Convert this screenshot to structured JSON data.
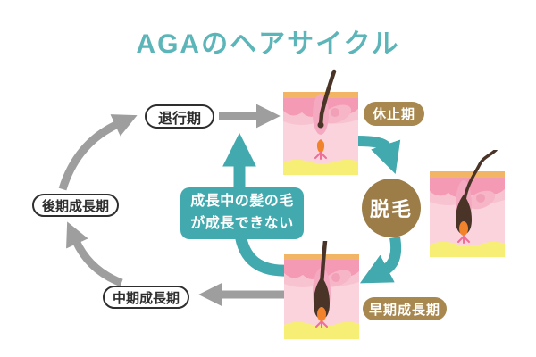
{
  "title": "AGAのヘアサイクル",
  "stages": {
    "regression": "退行期",
    "resting": "休止期",
    "hair_loss": "脱毛",
    "early_growth": "早期成長期",
    "middle_growth": "中期成長期",
    "late_growth": "後期成長期"
  },
  "callout": {
    "line1": "成長中の髪の毛",
    "line2": "が成長できない"
  },
  "colors": {
    "title_teal": "#5cb5b8",
    "arrow_teal": "#42a9ae",
    "label_brown": "#a8884f",
    "circle_brown": "#9c7d48",
    "arrow_gray": "#9e9e9e",
    "skin_pink_dark": "#f59ab4",
    "skin_pink_light": "#fbd3dd",
    "skin_yellow": "#f7ee75",
    "hair_brown": "#4a3428",
    "papilla_orange": "#f1832c"
  }
}
